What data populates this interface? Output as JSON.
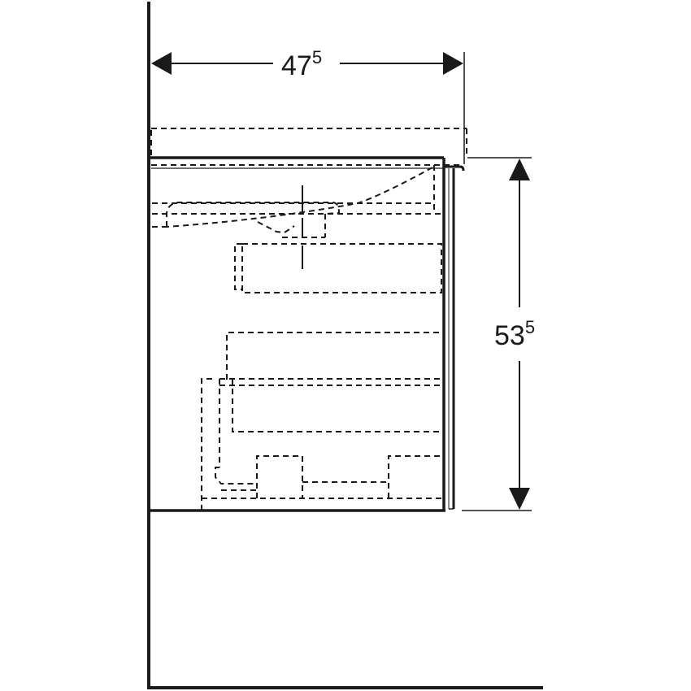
{
  "drawing": {
    "type": "technical side-view dimension drawing",
    "subject": "wall-hung vanity cabinet with washbasin (side view)",
    "line_color": "#1a1a1a",
    "background": "#ffffff"
  },
  "dimensions": {
    "depth": {
      "main": "47",
      "sup": "5",
      "orientation": "horizontal"
    },
    "height": {
      "main": "53",
      "sup": "5",
      "orientation": "vertical"
    }
  }
}
